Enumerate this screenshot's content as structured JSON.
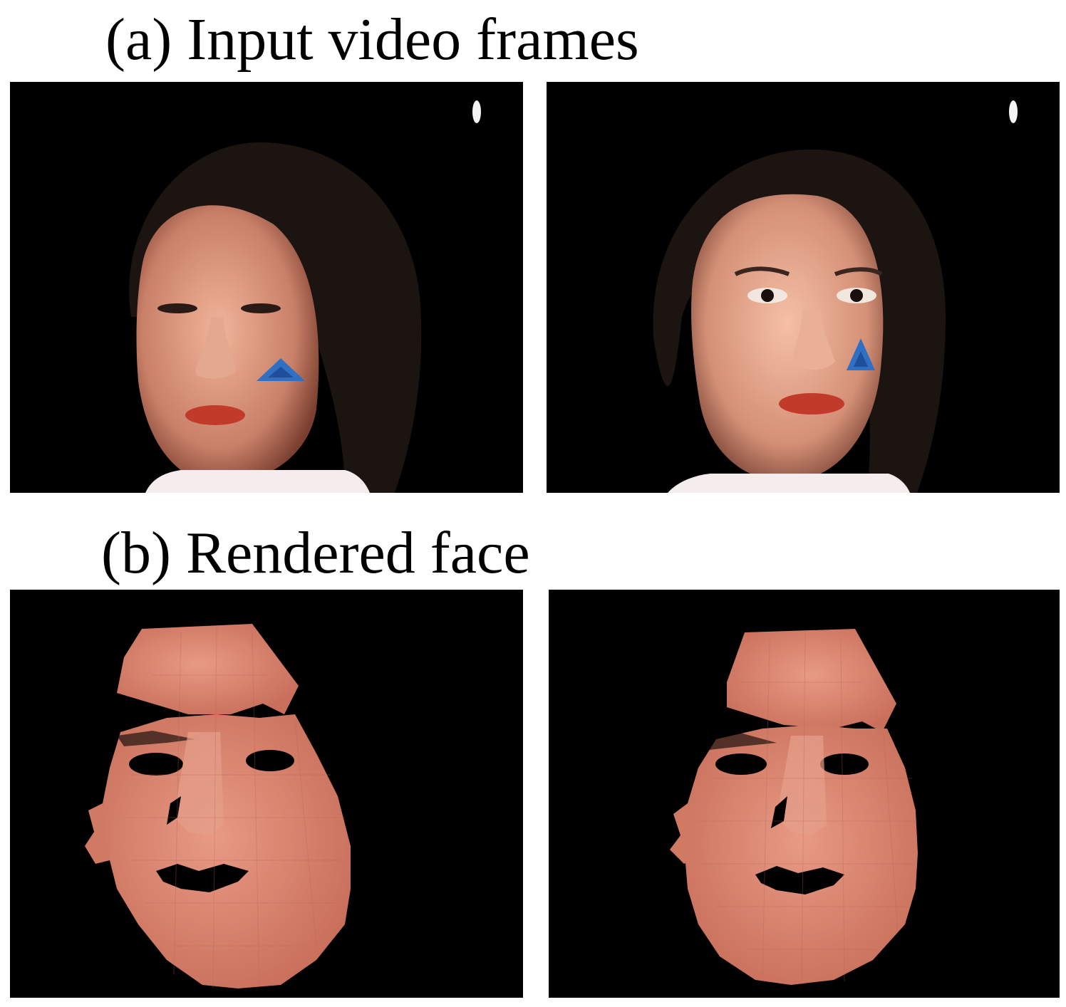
{
  "captions": {
    "input": "(a) Input video frames",
    "rendered": "(b) Rendered face"
  },
  "panels": {
    "input_frames": [
      {
        "icon": "photo-face-frame-1",
        "marker": "blue-triangle-marker"
      },
      {
        "icon": "photo-face-frame-2",
        "marker": "blue-triangle-marker"
      }
    ],
    "rendered_faces": [
      {
        "icon": "rendered-face-mesh-1"
      },
      {
        "icon": "rendered-face-mesh-2"
      }
    ]
  },
  "colors": {
    "background": "#000000",
    "skin": "#e0a08a",
    "mesh": "#d8826e",
    "marker": "#2f6fc4",
    "lips": "#c23a2a"
  }
}
